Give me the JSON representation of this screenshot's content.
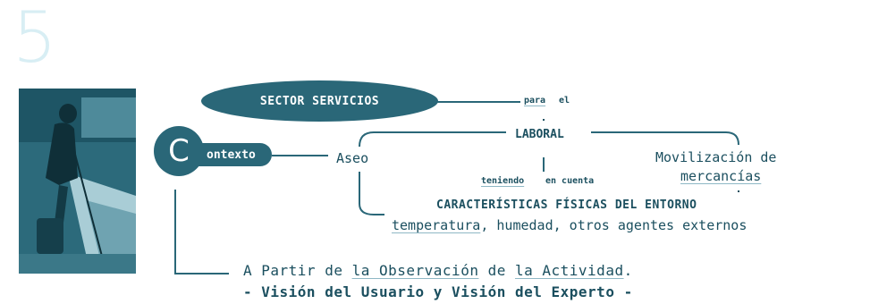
{
  "section_number": "5",
  "photo": {
    "alt": "Persona realizando limpieza"
  },
  "nodes": {
    "sector": "SECTOR SERVICIOS",
    "para": "para",
    "el": "el",
    "laboral": "LABORAL",
    "c_letter": "C",
    "contexto": "ontexto",
    "aseo": "Aseo",
    "movilizacion_1": "Movilización de",
    "movilizacion_2": "mercancías",
    "teniendo": "teniendo",
    "en_cuenta": "en cuenta",
    "caracteristicas": "CARACTERÍSTICAS FÍSICAS DEL ENTORNO",
    "temperatura": "temperatura",
    "temp_rest": ", humedad, otros agentes externos"
  },
  "footer": {
    "line1_a": "A Partir de ",
    "line1_b": "la Observación",
    "line1_c": " de ",
    "line1_d": "la Actividad",
    "line1_e": ".",
    "line2": "- Visión del Usuario y Visión del Experto -"
  },
  "colors": {
    "accent": "#2a6778",
    "text": "#1b4f5f",
    "number": "#d8eef4"
  }
}
